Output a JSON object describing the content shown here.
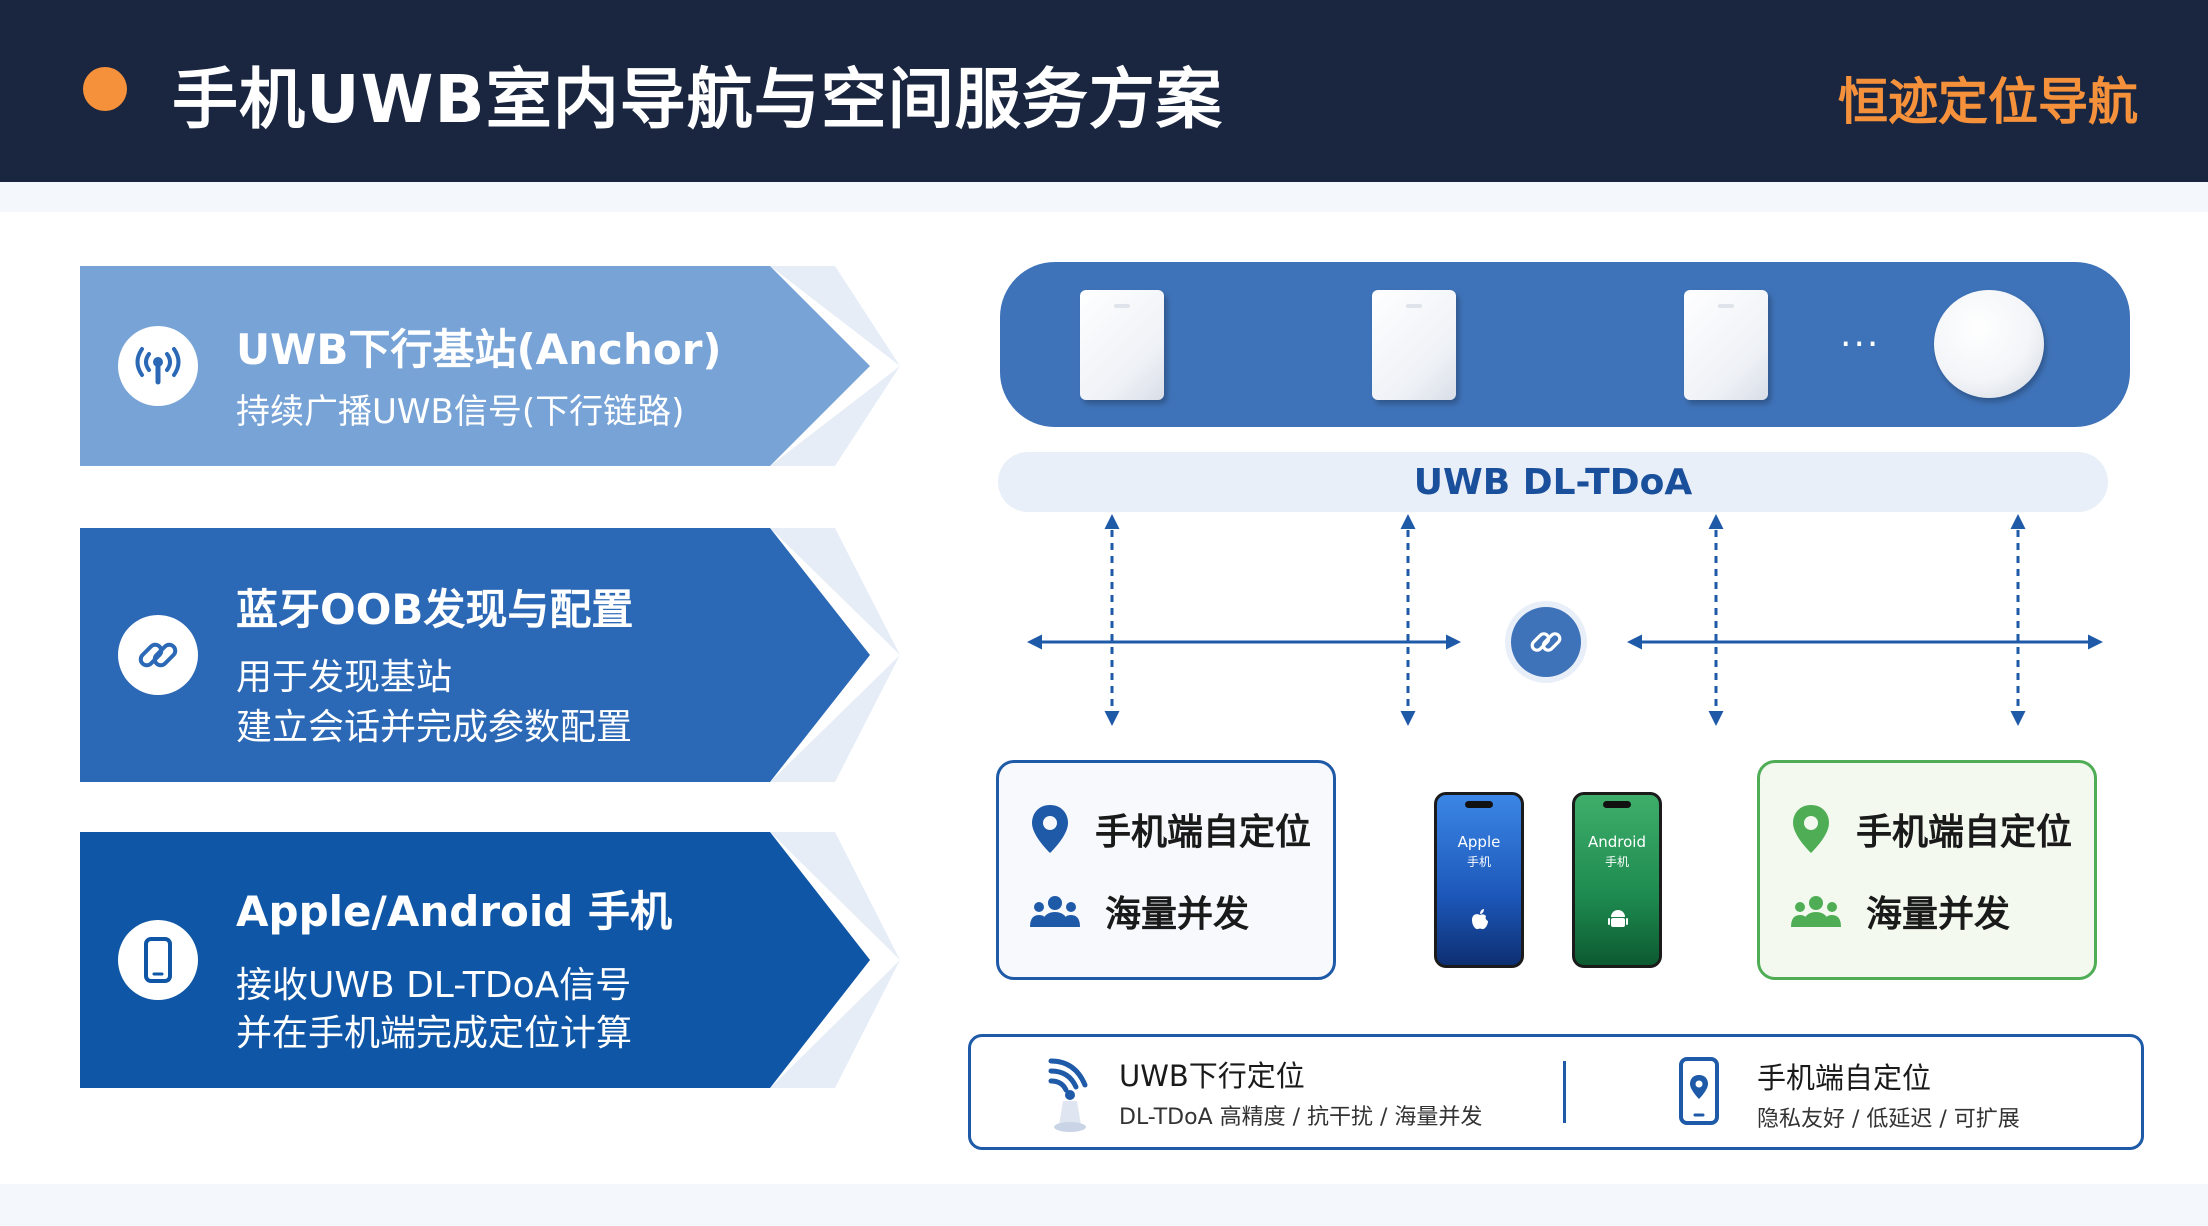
{
  "header": {
    "title": "手机UWB室内导航与空间服务方案",
    "brand": "恒迹定位导航"
  },
  "colors": {
    "header_bg": "#1a2640",
    "accent_orange": "#f6913b",
    "card1": "#78a3d6",
    "card2": "#2b68b5",
    "card3": "#0f57a6",
    "primary_blue": "#1e5aa8",
    "green": "#4fae55"
  },
  "cards": [
    {
      "icon": "antenna-icon",
      "title": "UWB下行基站(Anchor)",
      "lines": [
        "持续广播UWB信号(下行链路)"
      ]
    },
    {
      "icon": "link-icon",
      "title": "蓝牙OOB发现与配置",
      "lines": [
        "用于发现基站",
        "建立会话并完成参数配置"
      ]
    },
    {
      "icon": "phone-icon",
      "title": "Apple/Android 手机",
      "lines": [
        "接收UWB DL-TDoA信号",
        "并在手机端完成定位计算"
      ]
    }
  ],
  "diagram": {
    "ellipsis": "···",
    "protocol_label": "UWB DL-TDoA",
    "left_box": {
      "row1": "手机端自定位",
      "row2": "海量并发"
    },
    "right_box": {
      "row1": "手机端自定位",
      "row2": "海量并发"
    },
    "phones": [
      {
        "brand": "Apple",
        "label": "手机"
      },
      {
        "brand": "Android",
        "label": "手机"
      }
    ]
  },
  "footer_box": {
    "left_title": "UWB下行定位",
    "left_sub": "DL-TDoA 高精度 / 抗干扰 / 海量并发",
    "right_title": "手机端自定位",
    "right_sub": "隐私友好 / 低延迟 / 可扩展"
  }
}
